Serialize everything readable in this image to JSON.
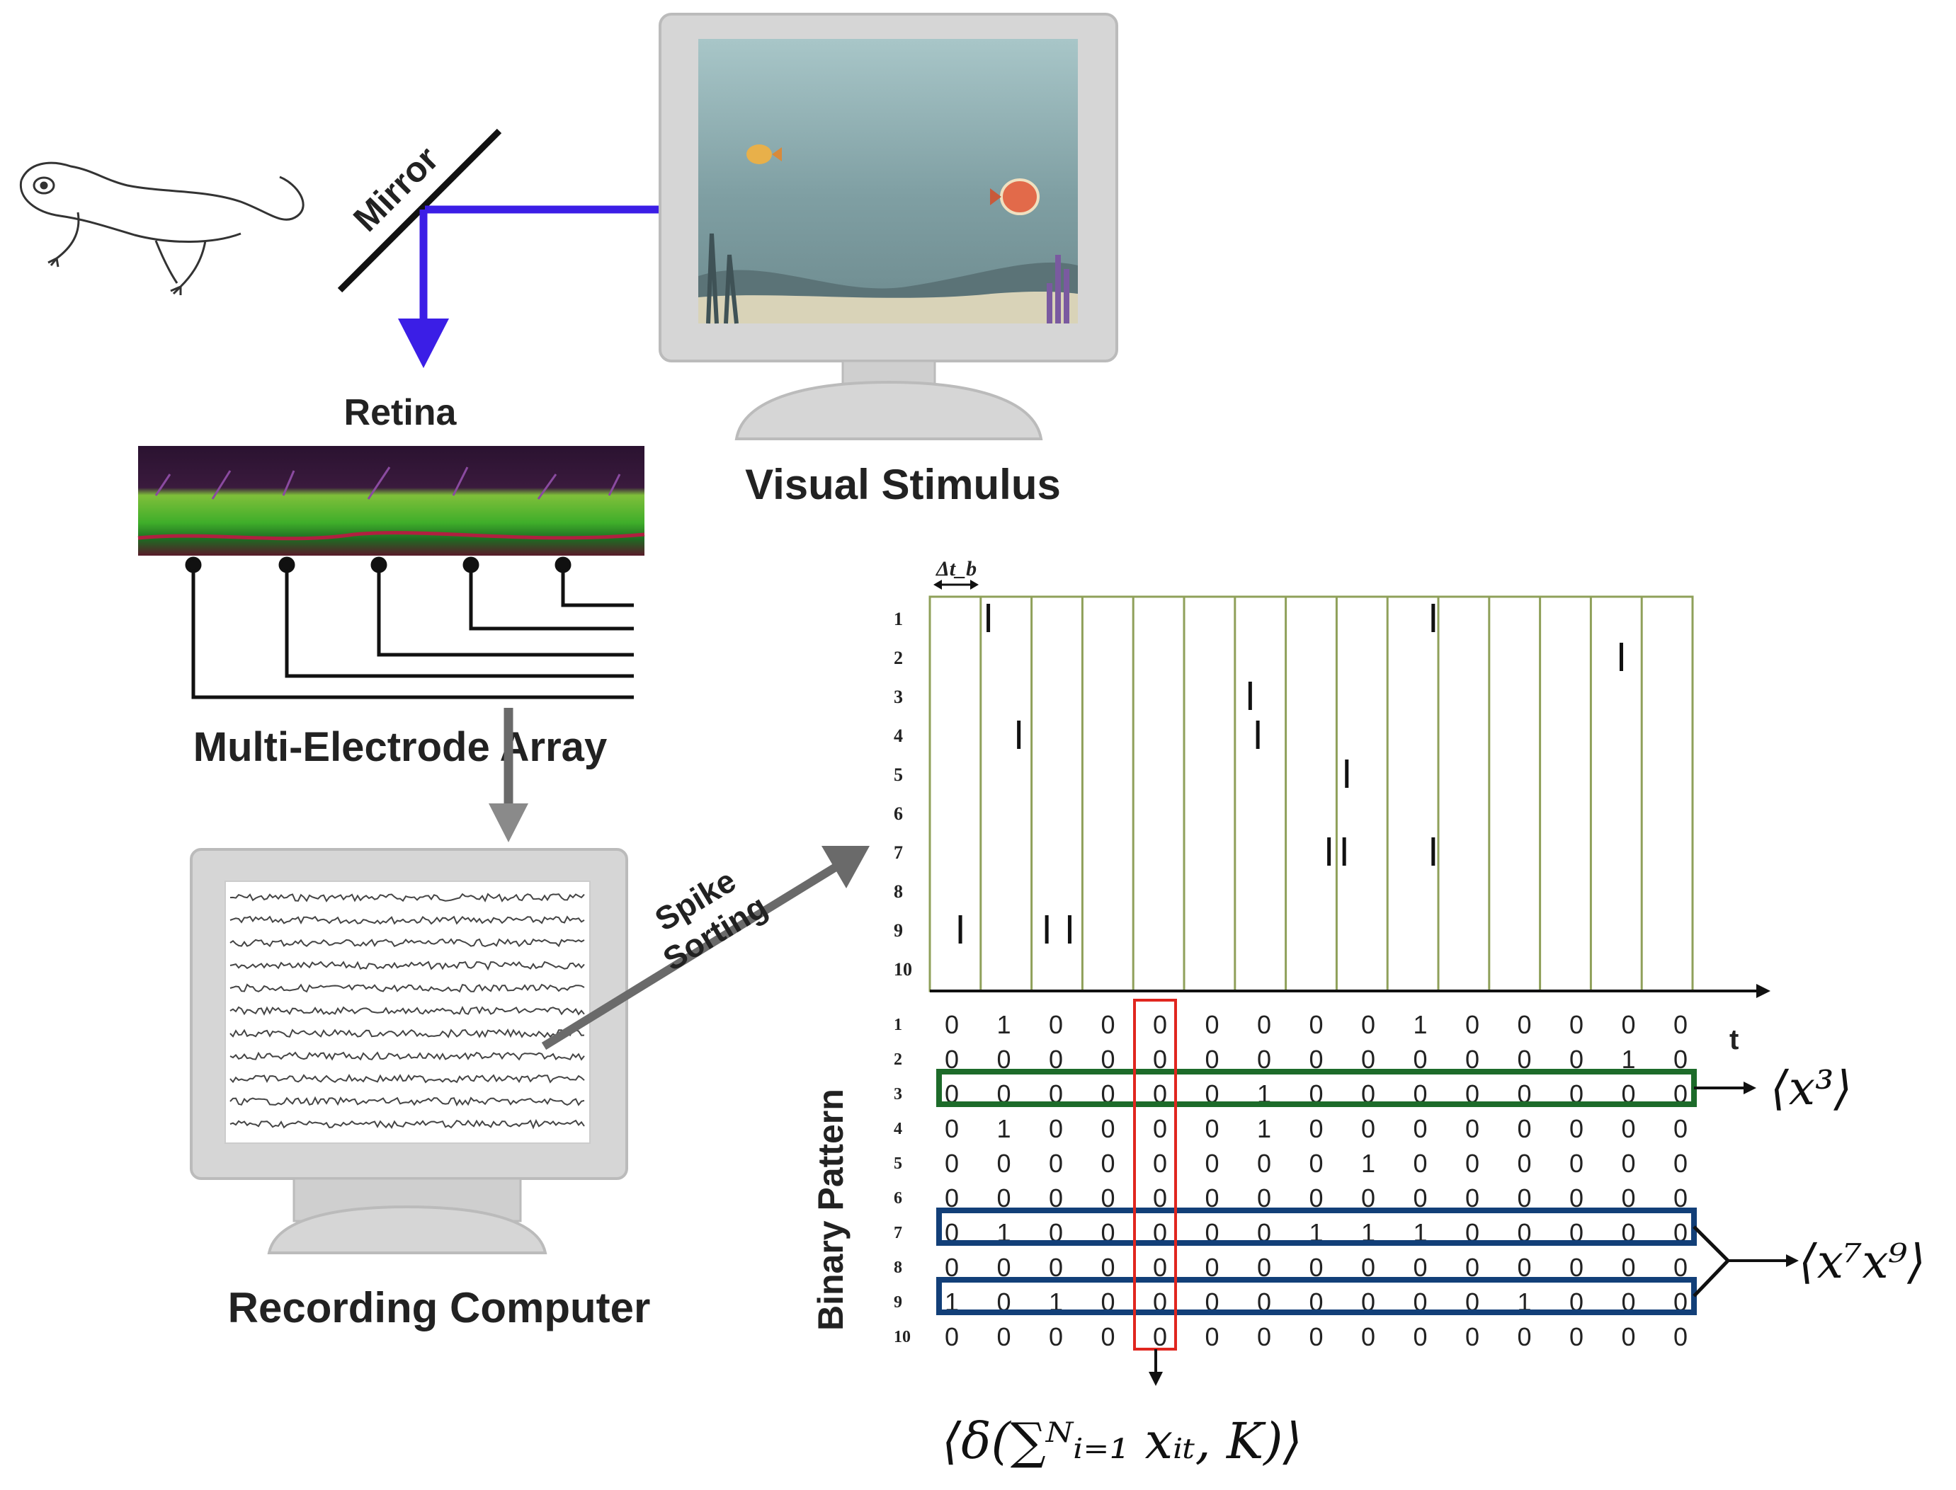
{
  "labels": {
    "mirror": "Mirror",
    "retina": "Retina",
    "visual_stimulus": "Visual Stimulus",
    "mea": "Multi-Electrode Array",
    "recording_computer": "Recording Computer",
    "spike_sorting_1": "Spike",
    "spike_sorting_2": "Sorting",
    "binary_pattern": "Binary Pattern",
    "time_axis": "t",
    "bin_width": "Δt_b"
  },
  "raster": {
    "neurons": [
      "1",
      "2",
      "3",
      "4",
      "5",
      "6",
      "7",
      "8",
      "9",
      "10"
    ],
    "n_bins": 15,
    "spikes": [
      {
        "neuron": 1,
        "bin": 2
      },
      {
        "neuron": 1,
        "bin": 10
      },
      {
        "neuron": 2,
        "bin": 14
      },
      {
        "neuron": 3,
        "bin": 7
      },
      {
        "neuron": 4,
        "bin": 2
      },
      {
        "neuron": 4,
        "bin": 7
      },
      {
        "neuron": 5,
        "bin": 9
      },
      {
        "neuron": 7,
        "bin": 8
      },
      {
        "neuron": 7,
        "bin": 9
      },
      {
        "neuron": 7,
        "bin": 10
      },
      {
        "neuron": 9,
        "bin": 1
      },
      {
        "neuron": 9,
        "bin": 3
      },
      {
        "neuron": 9,
        "bin": 3
      }
    ]
  },
  "binary_pattern": {
    "row_labels": [
      "1",
      "2",
      "3",
      "4",
      "5",
      "6",
      "7",
      "8",
      "9",
      "10"
    ],
    "rows": [
      [
        "0",
        "1",
        "0",
        "0",
        "0",
        "0",
        "0",
        "0",
        "0",
        "1",
        "0",
        "0",
        "0",
        "0",
        "0"
      ],
      [
        "0",
        "0",
        "0",
        "0",
        "0",
        "0",
        "0",
        "0",
        "0",
        "0",
        "0",
        "0",
        "0",
        "1",
        "0"
      ],
      [
        "0",
        "0",
        "0",
        "0",
        "0",
        "0",
        "1",
        "0",
        "0",
        "0",
        "0",
        "0",
        "0",
        "0",
        "0"
      ],
      [
        "0",
        "1",
        "0",
        "0",
        "0",
        "0",
        "1",
        "0",
        "0",
        "0",
        "0",
        "0",
        "0",
        "0",
        "0"
      ],
      [
        "0",
        "0",
        "0",
        "0",
        "0",
        "0",
        "0",
        "0",
        "1",
        "0",
        "0",
        "0",
        "0",
        "0",
        "0"
      ],
      [
        "0",
        "0",
        "0",
        "0",
        "0",
        "0",
        "0",
        "0",
        "0",
        "0",
        "0",
        "0",
        "0",
        "0",
        "0"
      ],
      [
        "0",
        "1",
        "0",
        "0",
        "0",
        "0",
        "0",
        "1",
        "1",
        "1",
        "0",
        "0",
        "0",
        "0",
        "0"
      ],
      [
        "0",
        "0",
        "0",
        "0",
        "0",
        "0",
        "0",
        "0",
        "0",
        "0",
        "0",
        "0",
        "0",
        "0",
        "0"
      ],
      [
        "1",
        "0",
        "1",
        "0",
        "0",
        "0",
        "0",
        "0",
        "0",
        "0",
        "0",
        "1",
        "0",
        "0",
        "0"
      ],
      [
        "0",
        "0",
        "0",
        "0",
        "0",
        "0",
        "0",
        "0",
        "0",
        "0",
        "0",
        "0",
        "0",
        "0",
        "0"
      ]
    ],
    "highlight_column": 5,
    "highlight_row_green": 3,
    "highlight_rows_blue": [
      7,
      9
    ]
  },
  "formulas": {
    "single": "⟨x³⟩",
    "pair": "⟨x⁷x⁹⟩",
    "sum": "⟨δ(∑ᴺᵢ₌₁ xᵢₜ, K)⟩"
  },
  "colors": {
    "light_beam": "#3b1ee6",
    "raster_grid": "#8fa05a",
    "green_box": "#1d6b2a",
    "blue_box": "#123f78",
    "red_box": "#e0261f",
    "arrow_gray": "#6a6a6a"
  }
}
